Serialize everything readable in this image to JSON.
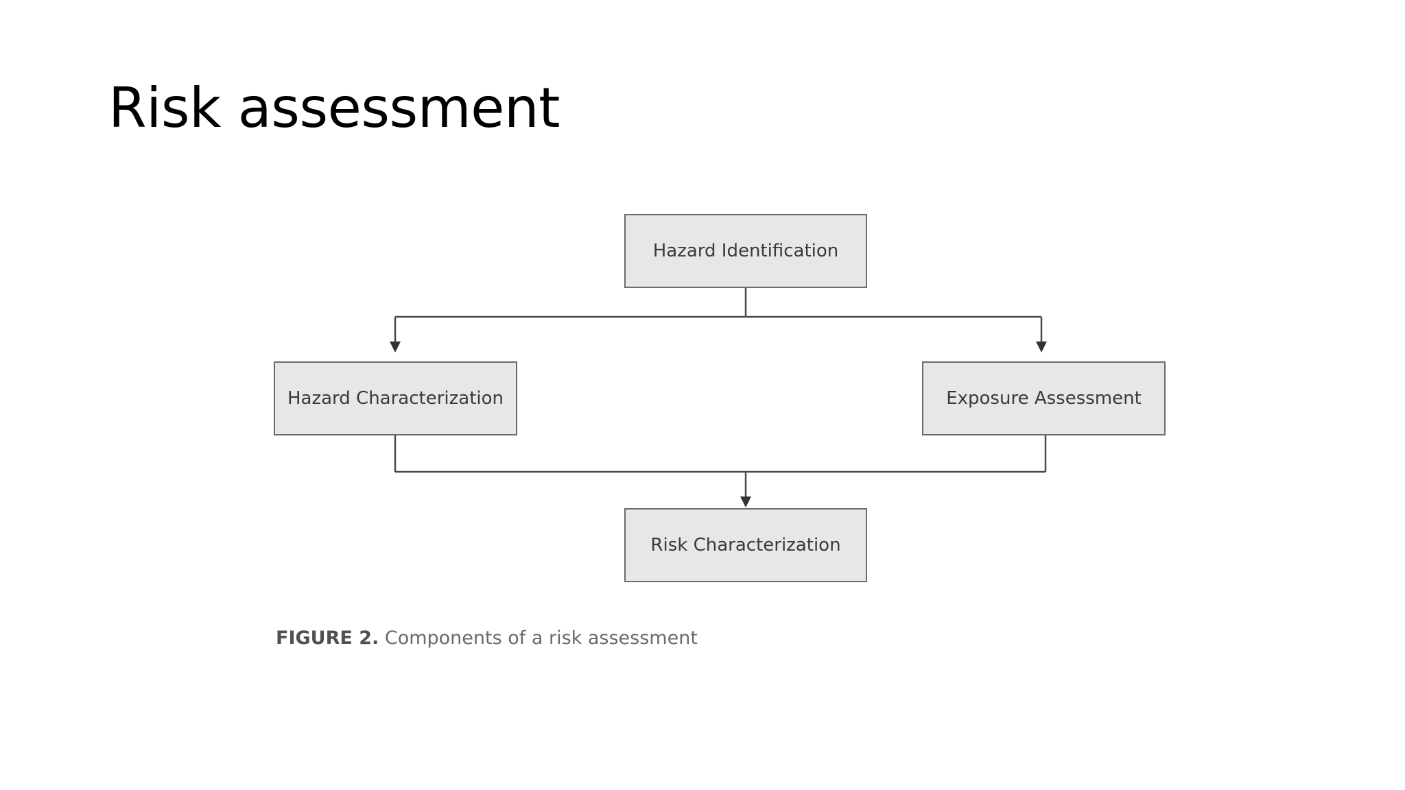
{
  "slide": {
    "title": "Risk assessment"
  },
  "diagram": {
    "nodes": {
      "hazard_identification": "Hazard Identification",
      "hazard_characterization": "Hazard Characterization",
      "exposure_assessment": "Exposure Assessment",
      "risk_characterization": "Risk Characterization"
    },
    "edges": [
      {
        "from": "Hazard Identification",
        "to": "Hazard Characterization"
      },
      {
        "from": "Hazard Identification",
        "to": "Exposure Assessment"
      },
      {
        "from": "Hazard Characterization",
        "to": "Risk Characterization"
      },
      {
        "from": "Exposure Assessment",
        "to": "Risk Characterization"
      }
    ]
  },
  "caption": {
    "label": "FIGURE 2.",
    "text": " Components of a risk assessment"
  }
}
